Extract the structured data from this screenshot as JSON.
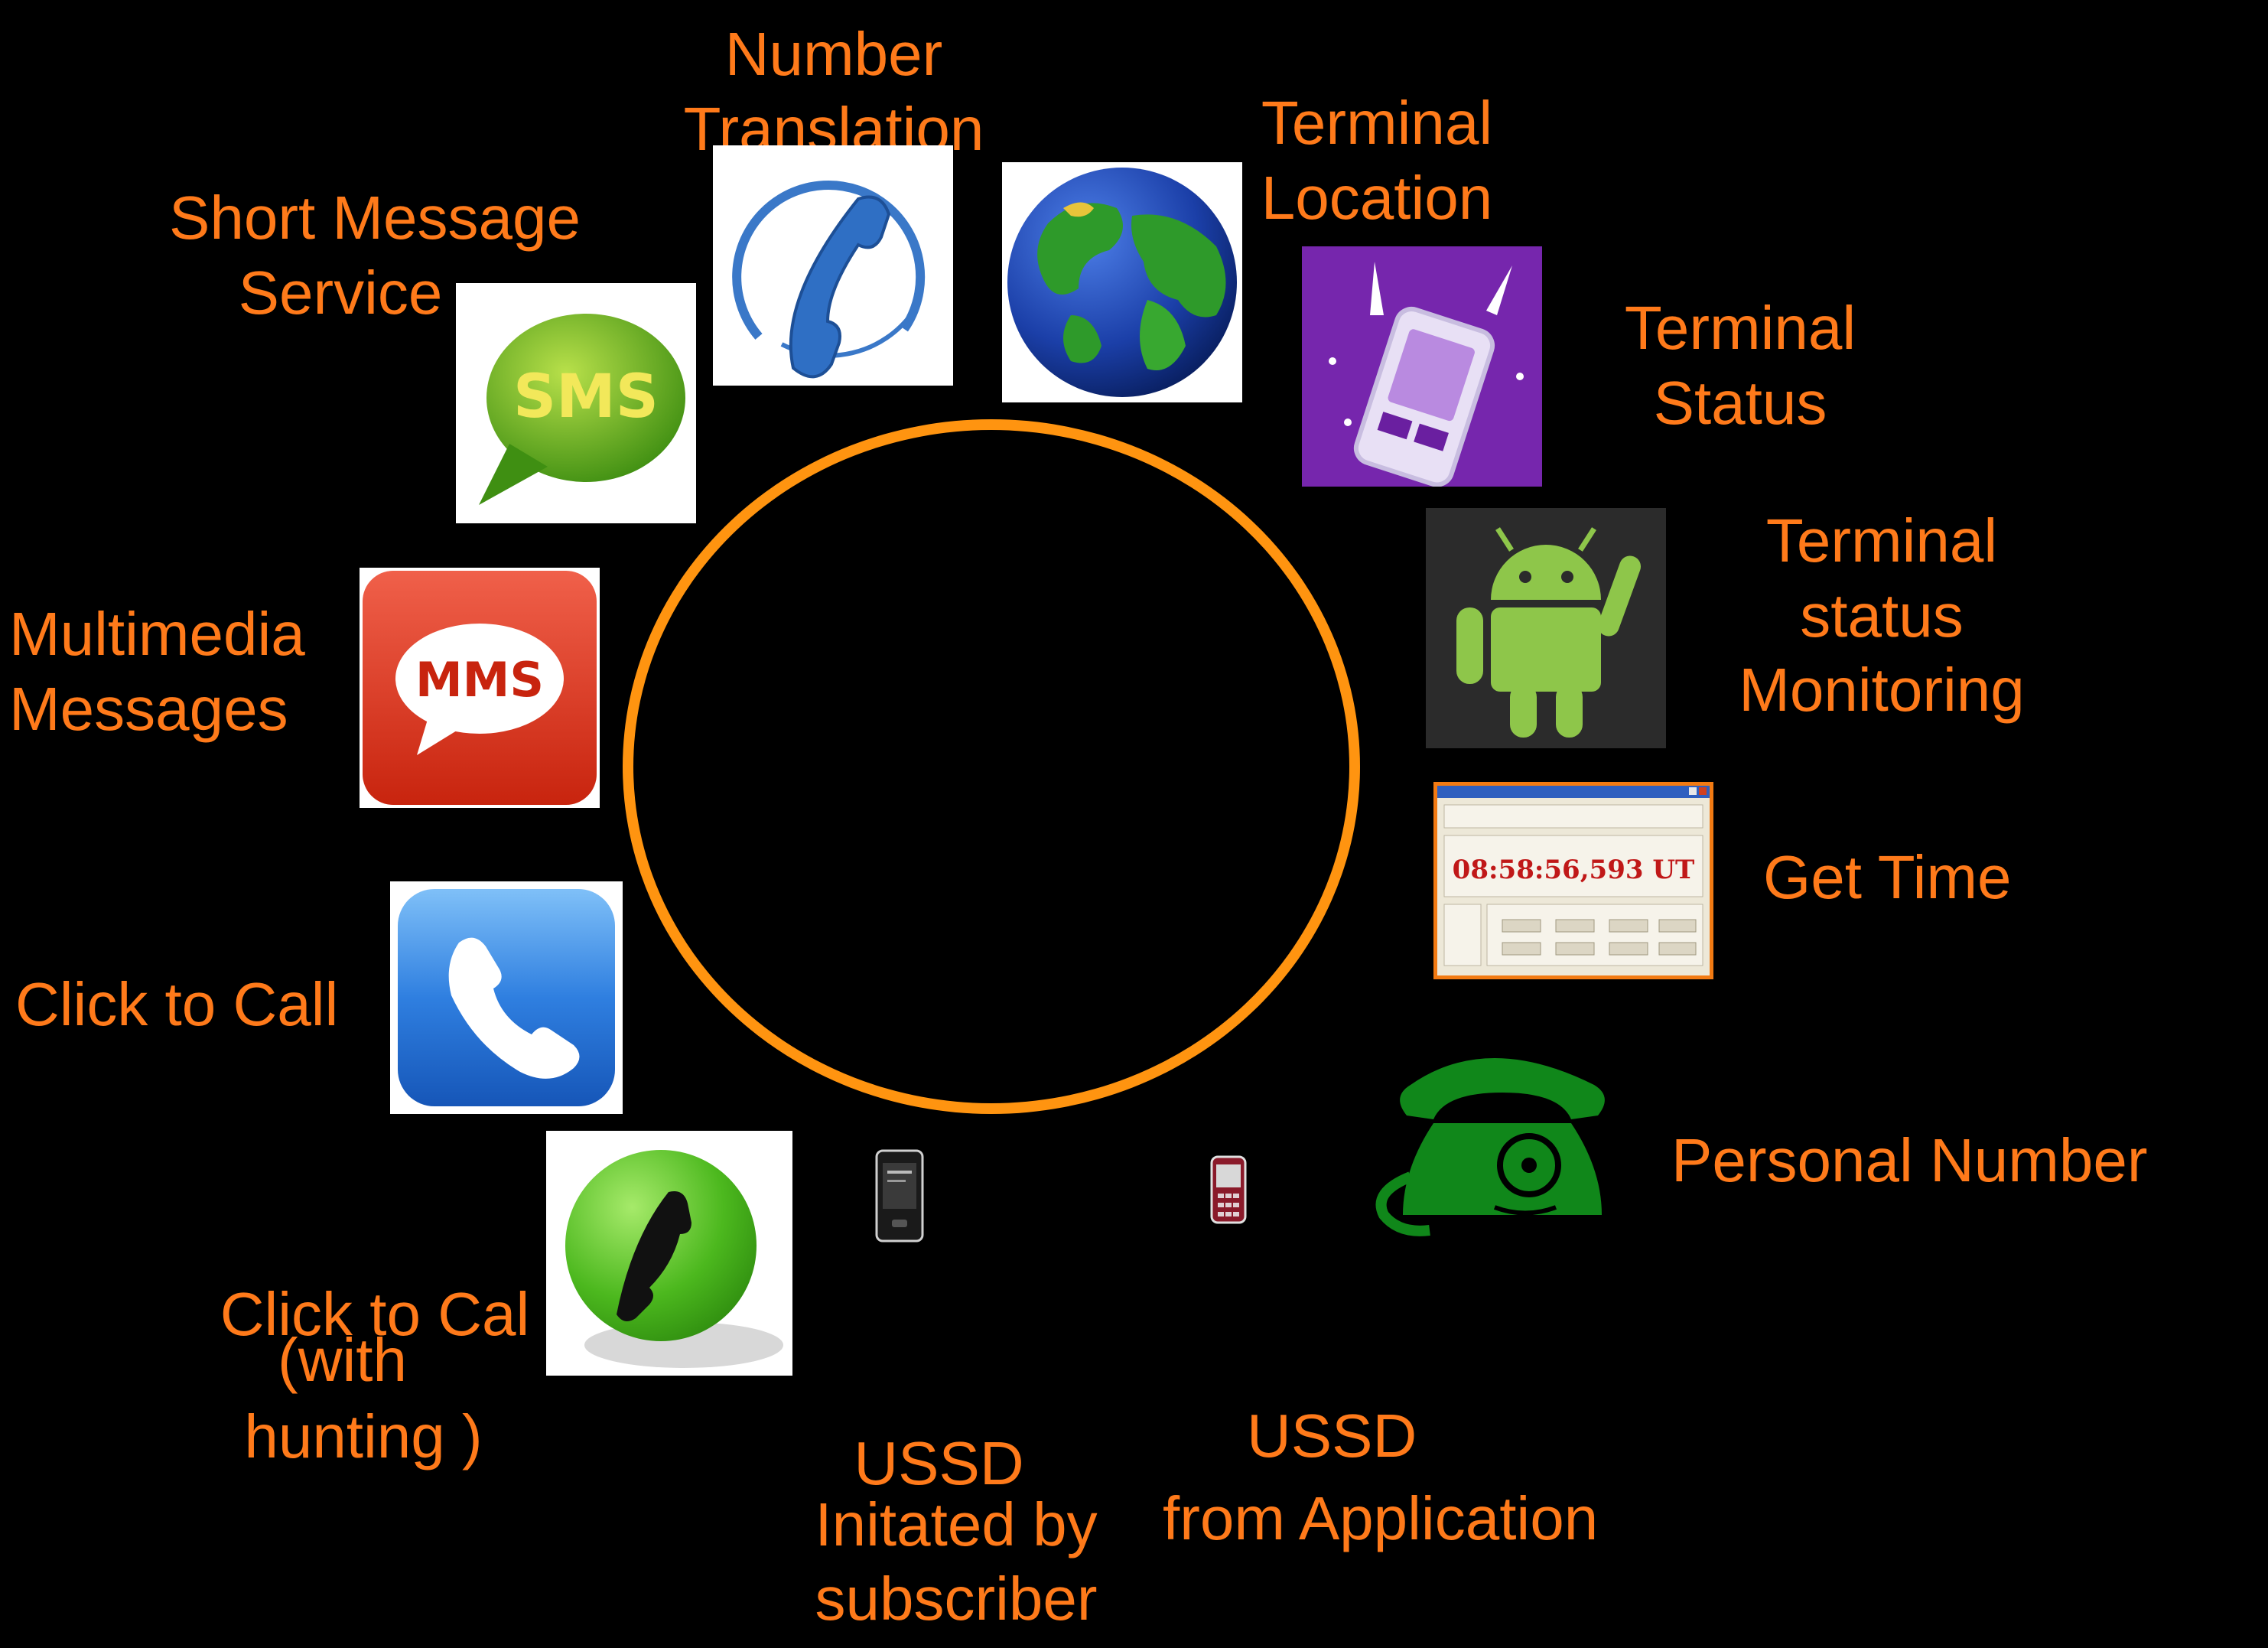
{
  "services": {
    "number_translation": {
      "line1": "Number",
      "line2": "Translation"
    },
    "terminal_location": {
      "line1": "Terminal",
      "line2": "Location"
    },
    "short_message_service": {
      "line1": "Short Message",
      "line2": "Service"
    },
    "terminal_status": {
      "line1": "Terminal",
      "line2": "Status"
    },
    "terminal_status_monitoring": {
      "line1": "Terminal",
      "line2": "status",
      "line3": "Monitoring"
    },
    "multimedia_messages": {
      "line1": "Multimedia",
      "line2": "Messages"
    },
    "get_time": {
      "line1": "Get Time"
    },
    "click_to_call": {
      "line1": "Click to Call"
    },
    "personal_number": {
      "line1": "Personal Number"
    },
    "click_to_call_hunting": {
      "line1": "Click to Cal",
      "line2": "(with",
      "line3": "hunting )"
    },
    "ussd_subscriber": {
      "line1": "USSD",
      "line2": "Initated by",
      "line3": "subscriber"
    },
    "ussd_application": {
      "line1": "USSD",
      "line2": "from Application"
    }
  },
  "icons": {
    "sms_text": "SMS",
    "mms_text": "MMS",
    "clock_time": "08:58:56,593 UT"
  },
  "colors": {
    "label": "#ff7a1a",
    "ring": "#ff9410",
    "background": "#000000"
  }
}
